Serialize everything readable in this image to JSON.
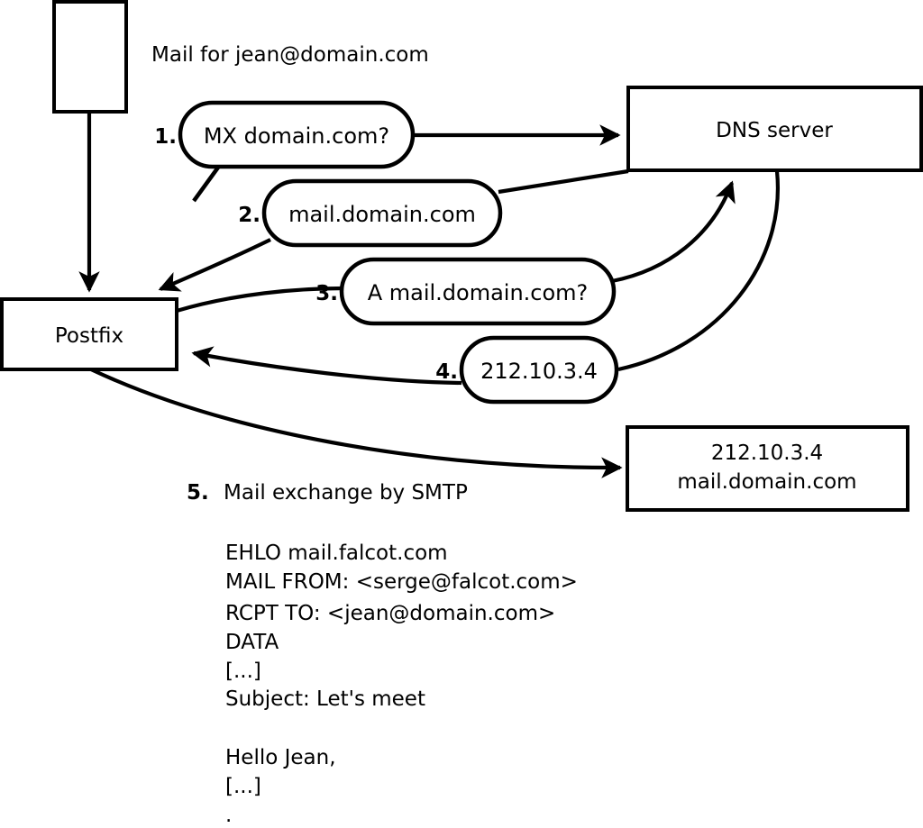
{
  "diagram": {
    "caption": "Mail for jean@domain.com",
    "nodes": {
      "sender_box": "",
      "postfix": "Postfix",
      "dns_server": "DNS server",
      "destination_line1": "212.10.3.4",
      "destination_line2": "mail.domain.com"
    },
    "steps": [
      {
        "number": "1.",
        "label": "MX domain.com?"
      },
      {
        "number": "2.",
        "label": "mail.domain.com"
      },
      {
        "number": "3.",
        "label": "A mail.domain.com?"
      },
      {
        "number": "4.",
        "label": "212.10.3.4"
      }
    ],
    "step5": {
      "number": "5.",
      "label": "Mail exchange by SMTP"
    },
    "smtp_transcript": [
      "EHLO mail.falcot.com",
      "MAIL FROM: <serge@falcot.com>",
      "RCPT TO: <jean@domain.com>",
      "DATA",
      "[...]",
      "Subject: Let's meet",
      "",
      "Hello Jean,",
      "[...]",
      "."
    ],
    "colors": {
      "stroke": "#000000",
      "fill": "#ffffff"
    }
  }
}
